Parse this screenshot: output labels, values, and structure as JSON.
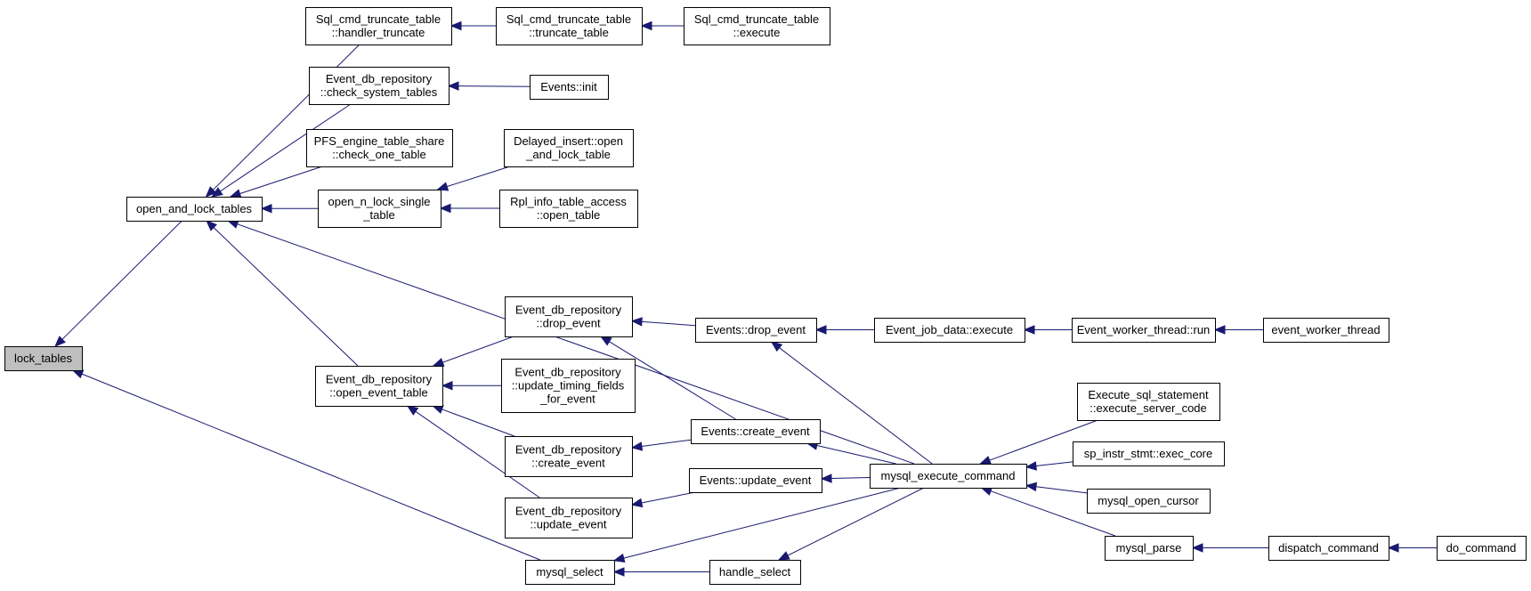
{
  "graph": {
    "nodes": [
      {
        "id": "lock_tables",
        "lines": [
          "lock_tables"
        ],
        "root": true
      },
      {
        "id": "open_and_lock_tables",
        "lines": [
          "open_and_lock_tables"
        ]
      },
      {
        "id": "mysql_select",
        "lines": [
          "mysql_select"
        ]
      },
      {
        "id": "sqlcmd_handler_truncate",
        "lines": [
          "Sql_cmd_truncate_table",
          "::handler_truncate"
        ]
      },
      {
        "id": "sqlcmd_truncate_table",
        "lines": [
          "Sql_cmd_truncate_table",
          "::truncate_table"
        ]
      },
      {
        "id": "sqlcmd_execute",
        "lines": [
          "Sql_cmd_truncate_table",
          "::execute"
        ]
      },
      {
        "id": "edr_check_system_tables",
        "lines": [
          "Event_db_repository",
          "::check_system_tables"
        ]
      },
      {
        "id": "events_init",
        "lines": [
          "Events::init"
        ]
      },
      {
        "id": "pfs_check_one_table",
        "lines": [
          "PFS_engine_table_share",
          "::check_one_table"
        ]
      },
      {
        "id": "open_n_lock_single_table",
        "lines": [
          "open_n_lock_single",
          "_table"
        ]
      },
      {
        "id": "delayed_insert_open",
        "lines": [
          "Delayed_insert::open",
          "_and_lock_table"
        ]
      },
      {
        "id": "rpl_open_table",
        "lines": [
          "Rpl_info_table_access",
          "::open_table"
        ]
      },
      {
        "id": "edr_open_event_table",
        "lines": [
          "Event_db_repository",
          "::open_event_table"
        ]
      },
      {
        "id": "edr_drop_event",
        "lines": [
          "Event_db_repository",
          "::drop_event"
        ]
      },
      {
        "id": "edr_update_timing",
        "lines": [
          "Event_db_repository",
          "::update_timing_fields",
          "_for_event"
        ]
      },
      {
        "id": "edr_create_event",
        "lines": [
          "Event_db_repository",
          "::create_event"
        ]
      },
      {
        "id": "edr_update_event",
        "lines": [
          "Event_db_repository",
          "::update_event"
        ]
      },
      {
        "id": "events_drop_event",
        "lines": [
          "Events::drop_event"
        ]
      },
      {
        "id": "events_create_event",
        "lines": [
          "Events::create_event"
        ]
      },
      {
        "id": "events_update_event",
        "lines": [
          "Events::update_event"
        ]
      },
      {
        "id": "event_job_data_execute",
        "lines": [
          "Event_job_data::execute"
        ]
      },
      {
        "id": "event_worker_thread_run",
        "lines": [
          "Event_worker_thread::run"
        ]
      },
      {
        "id": "event_worker_thread",
        "lines": [
          "event_worker_thread"
        ]
      },
      {
        "id": "mysql_execute_command",
        "lines": [
          "mysql_execute_command"
        ]
      },
      {
        "id": "execute_server_code",
        "lines": [
          "Execute_sql_statement",
          "::execute_server_code"
        ]
      },
      {
        "id": "sp_instr_exec_core",
        "lines": [
          "sp_instr_stmt::exec_core"
        ]
      },
      {
        "id": "mysql_open_cursor",
        "lines": [
          "mysql_open_cursor"
        ]
      },
      {
        "id": "mysql_parse",
        "lines": [
          "mysql_parse"
        ]
      },
      {
        "id": "dispatch_command",
        "lines": [
          "dispatch_command"
        ]
      },
      {
        "id": "do_command",
        "lines": [
          "do_command"
        ]
      },
      {
        "id": "handle_select",
        "lines": [
          "handle_select"
        ]
      }
    ],
    "edges": [
      {
        "from": "open_and_lock_tables",
        "to": "lock_tables"
      },
      {
        "from": "mysql_select",
        "to": "lock_tables"
      },
      {
        "from": "sqlcmd_handler_truncate",
        "to": "open_and_lock_tables"
      },
      {
        "from": "edr_check_system_tables",
        "to": "open_and_lock_tables"
      },
      {
        "from": "pfs_check_one_table",
        "to": "open_and_lock_tables"
      },
      {
        "from": "open_n_lock_single_table",
        "to": "open_and_lock_tables"
      },
      {
        "from": "edr_open_event_table",
        "to": "open_and_lock_tables"
      },
      {
        "from": "mysql_execute_command",
        "to": "open_and_lock_tables"
      },
      {
        "from": "sqlcmd_truncate_table",
        "to": "sqlcmd_handler_truncate"
      },
      {
        "from": "sqlcmd_execute",
        "to": "sqlcmd_truncate_table"
      },
      {
        "from": "events_init",
        "to": "edr_check_system_tables"
      },
      {
        "from": "delayed_insert_open",
        "to": "open_n_lock_single_table"
      },
      {
        "from": "rpl_open_table",
        "to": "open_n_lock_single_table"
      },
      {
        "from": "edr_drop_event",
        "to": "edr_open_event_table"
      },
      {
        "from": "edr_update_timing",
        "to": "edr_open_event_table"
      },
      {
        "from": "edr_create_event",
        "to": "edr_open_event_table"
      },
      {
        "from": "edr_update_event",
        "to": "edr_open_event_table"
      },
      {
        "from": "events_drop_event",
        "to": "edr_drop_event"
      },
      {
        "from": "events_create_event",
        "to": "edr_drop_event"
      },
      {
        "from": "events_create_event",
        "to": "edr_create_event"
      },
      {
        "from": "events_update_event",
        "to": "edr_update_event"
      },
      {
        "from": "event_job_data_execute",
        "to": "events_drop_event"
      },
      {
        "from": "mysql_execute_command",
        "to": "events_drop_event"
      },
      {
        "from": "mysql_execute_command",
        "to": "events_create_event"
      },
      {
        "from": "mysql_execute_command",
        "to": "events_update_event"
      },
      {
        "from": "event_worker_thread_run",
        "to": "event_job_data_execute"
      },
      {
        "from": "event_worker_thread",
        "to": "event_worker_thread_run"
      },
      {
        "from": "execute_server_code",
        "to": "mysql_execute_command"
      },
      {
        "from": "sp_instr_exec_core",
        "to": "mysql_execute_command"
      },
      {
        "from": "mysql_open_cursor",
        "to": "mysql_execute_command"
      },
      {
        "from": "mysql_parse",
        "to": "mysql_execute_command"
      },
      {
        "from": "dispatch_command",
        "to": "mysql_parse"
      },
      {
        "from": "do_command",
        "to": "dispatch_command"
      },
      {
        "from": "mysql_execute_command",
        "to": "mysql_select"
      },
      {
        "from": "handle_select",
        "to": "mysql_select"
      },
      {
        "from": "mysql_execute_command",
        "to": "handle_select"
      }
    ]
  }
}
